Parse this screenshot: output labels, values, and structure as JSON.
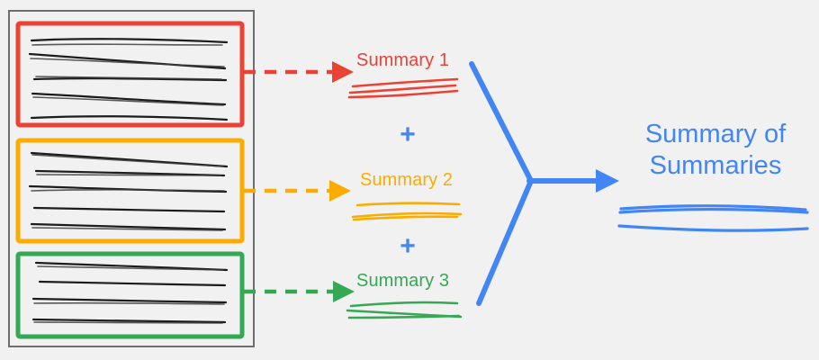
{
  "diagram": {
    "title": "Summary of Summaries",
    "background_color": "#f1f1f1",
    "source_document": {
      "name": "document-outline",
      "border_color": "#6e6e6e"
    },
    "chunks": [
      {
        "id": "chunk-1",
        "color": "#ea4335",
        "line_count": 5
      },
      {
        "id": "chunk-2",
        "color": "#fbac00",
        "line_count": 5
      },
      {
        "id": "chunk-3",
        "color": "#34a853",
        "line_count": 4
      }
    ],
    "summaries": [
      {
        "id": "summary-1",
        "label": "Summary 1",
        "color": "#ea4335"
      },
      {
        "id": "summary-2",
        "label": "Summary 2",
        "color": "#fbac00"
      },
      {
        "id": "summary-3",
        "label": "Summary 3",
        "color": "#34a853"
      }
    ],
    "operators": [
      {
        "id": "plus-1",
        "symbol": "+",
        "color": "#4285f4"
      },
      {
        "id": "plus-2",
        "symbol": "+",
        "color": "#4285f4"
      }
    ],
    "merge": {
      "name": "merge-connector",
      "color": "#4285f4"
    },
    "final": {
      "line1": "Summary of",
      "line2": "Summaries",
      "color": "#4285f4"
    }
  }
}
